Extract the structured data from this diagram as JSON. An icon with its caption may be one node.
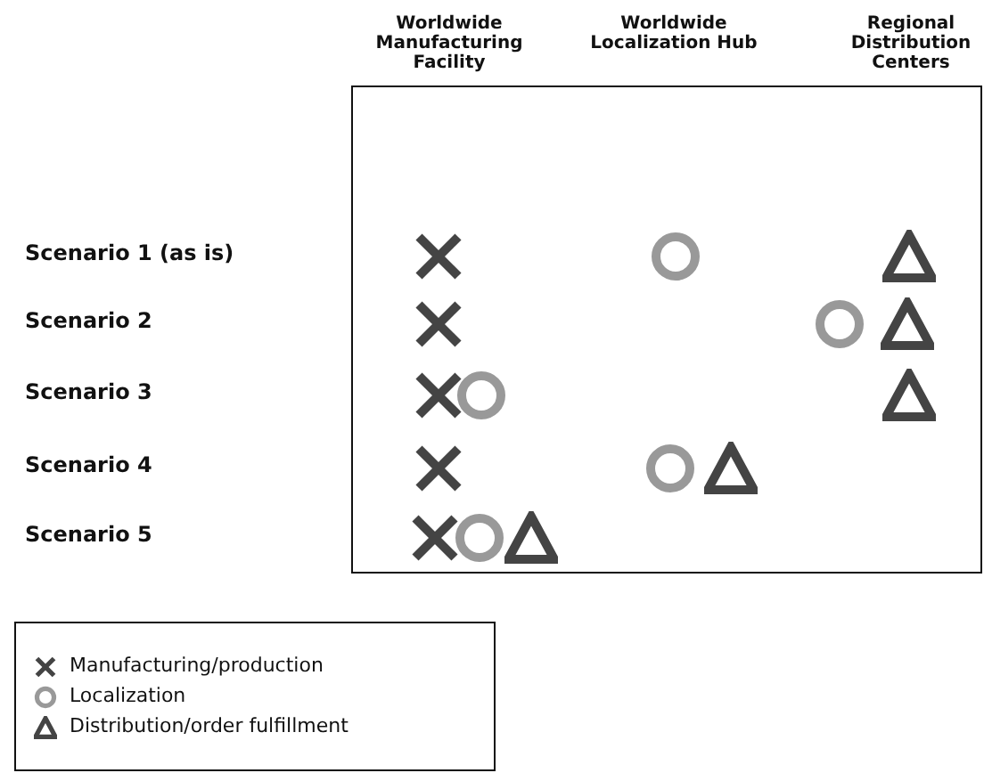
{
  "diagram": {
    "nodes": [
      {
        "text": [],
        "shape": "box"
      },
      {
        "text": [],
        "shape": "cross",
        "in": 0
      },
      {
        "text": [],
        "shape": "circle",
        "in": 0
      },
      {
        "text": [],
        "shape": "triangle",
        "in": 0
      },
      {
        "text": [],
        "shape": "cross",
        "in": 0
      },
      {
        "text": [],
        "shape": "circle",
        "in": 0
      },
      {
        "text": [],
        "shape": "triangle",
        "in": 0
      },
      {
        "text": [],
        "shape": "cross",
        "in": 0
      },
      {
        "text": [],
        "shape": "circle",
        "in": 0
      },
      {
        "text": [],
        "shape": "triangle",
        "in": 0
      },
      {
        "text": [],
        "shape": "cross",
        "in": 0
      },
      {
        "text": [],
        "shape": "circle",
        "in": 0
      },
      {
        "text": [],
        "shape": "triangle",
        "in": 0
      },
      {
        "text": [],
        "shape": "cross",
        "in": 0
      },
      {
        "text": [],
        "shape": "circle",
        "in": 0
      },
      {
        "text": [],
        "shape": "triangle",
        "in": 0
      }
    ],
    "labels": [
      "Worldwide Manufacturing Facility",
      "Worldwide Localization Hub",
      "Regional Distribution Centers",
      "Scenario 1 (as is)",
      "Scenario 2",
      "Scenario 3",
      "Scenario 4",
      "Scenario 5"
    ],
    "legend": [
      {
        "text": "Manufacturing/production"
      },
      {
        "text": "Localization"
      },
      {
        "text": "Distribution/order fulfillment"
      }
    ]
  }
}
